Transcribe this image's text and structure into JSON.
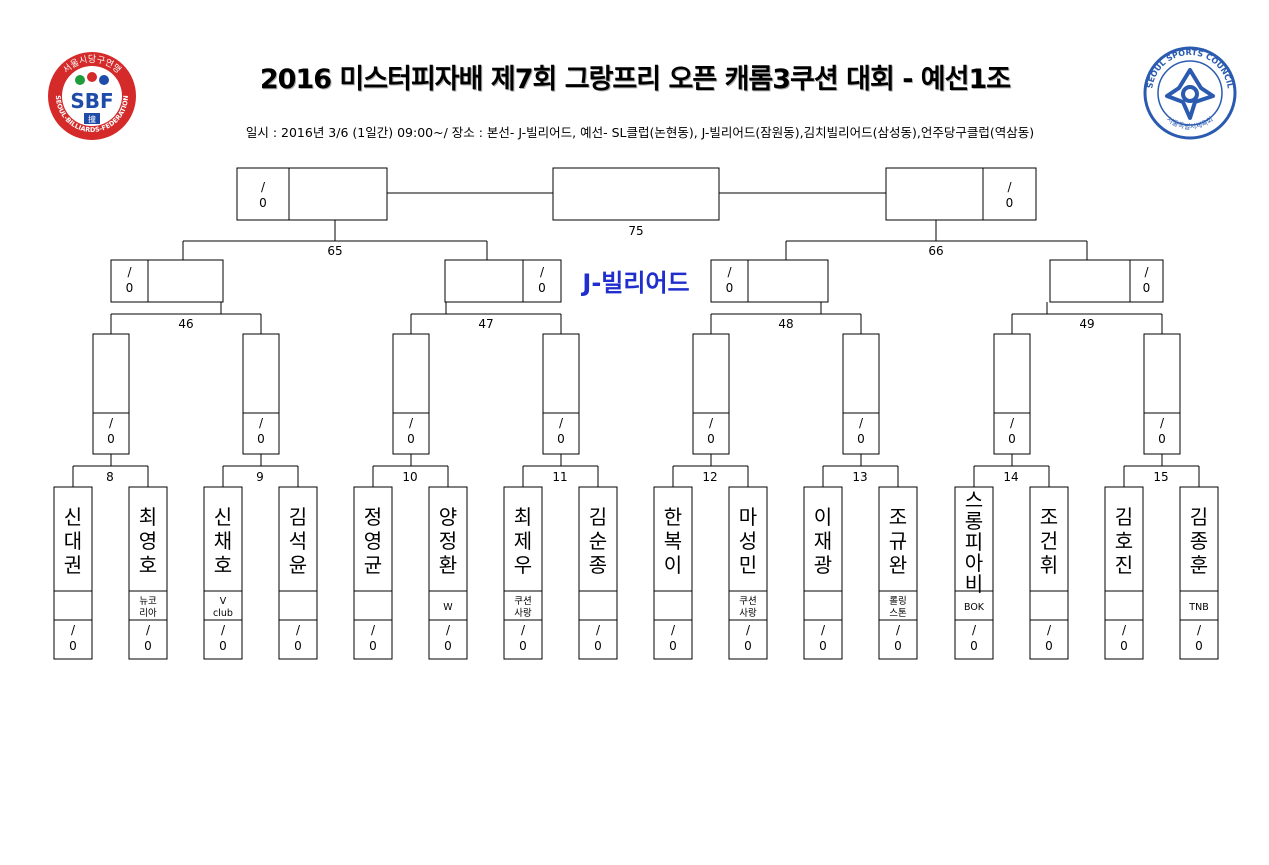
{
  "title": "2016 미스터피자배 제7회 그랑프리 오픈 캐롬3쿠션 대회 - 예선1조",
  "subtitle": "일시 : 2016년 3/6 (1일간) 09:00~/ 장소 : 본선- J-빌리어드, 예선- SL클럽(논현동), J-빌리어드(잠원동),김치빌리어드(삼성동),언주당구클럽(역삼동)",
  "venue_label": "J-빌리어드",
  "logos": {
    "left": {
      "top_text": "서울시당구연맹",
      "center_text": "SBF",
      "bottom_text": "SEOUL-BILLIARDS-FEDERATION",
      "badge": "撞"
    },
    "right": {
      "top_text": "SEOUL SPORTS COUNCIL",
      "bottom_text": "서울특별시체육회"
    }
  },
  "score_placeholder": {
    "slash": "/",
    "zero": "0"
  },
  "colors": {
    "venue": "#1f2ecc",
    "logo_red": "#d42a2a",
    "logo_blue": "#1e4ca8",
    "council_blue": "#2a5bb0"
  },
  "match_numbers": {
    "final": "75",
    "semis": [
      "65",
      "66"
    ],
    "quarters": [
      "46",
      "47",
      "48",
      "49"
    ],
    "round1": [
      "8",
      "9",
      "10",
      "11",
      "12",
      "13",
      "14",
      "15"
    ]
  },
  "players": [
    {
      "name": "신대권",
      "club": ""
    },
    {
      "name": "최영호",
      "club": "뉴코\n리아"
    },
    {
      "name": "신채호",
      "club": "V\nclub"
    },
    {
      "name": "김석윤",
      "club": ""
    },
    {
      "name": "정영균",
      "club": ""
    },
    {
      "name": "양정환",
      "club": "W"
    },
    {
      "name": "최제우",
      "club": "쿠션\n사랑"
    },
    {
      "name": "김순종",
      "club": ""
    },
    {
      "name": "한복이",
      "club": ""
    },
    {
      "name": "마성민",
      "club": "쿠션\n사랑"
    },
    {
      "name": "이재광",
      "club": ""
    },
    {
      "name": "조규완",
      "club": "롤링\n스톤"
    },
    {
      "name": "스롱피아비",
      "club": "BOK"
    },
    {
      "name": "조건휘",
      "club": ""
    },
    {
      "name": "김호진",
      "club": ""
    },
    {
      "name": "김종훈",
      "club": "TNB"
    }
  ]
}
